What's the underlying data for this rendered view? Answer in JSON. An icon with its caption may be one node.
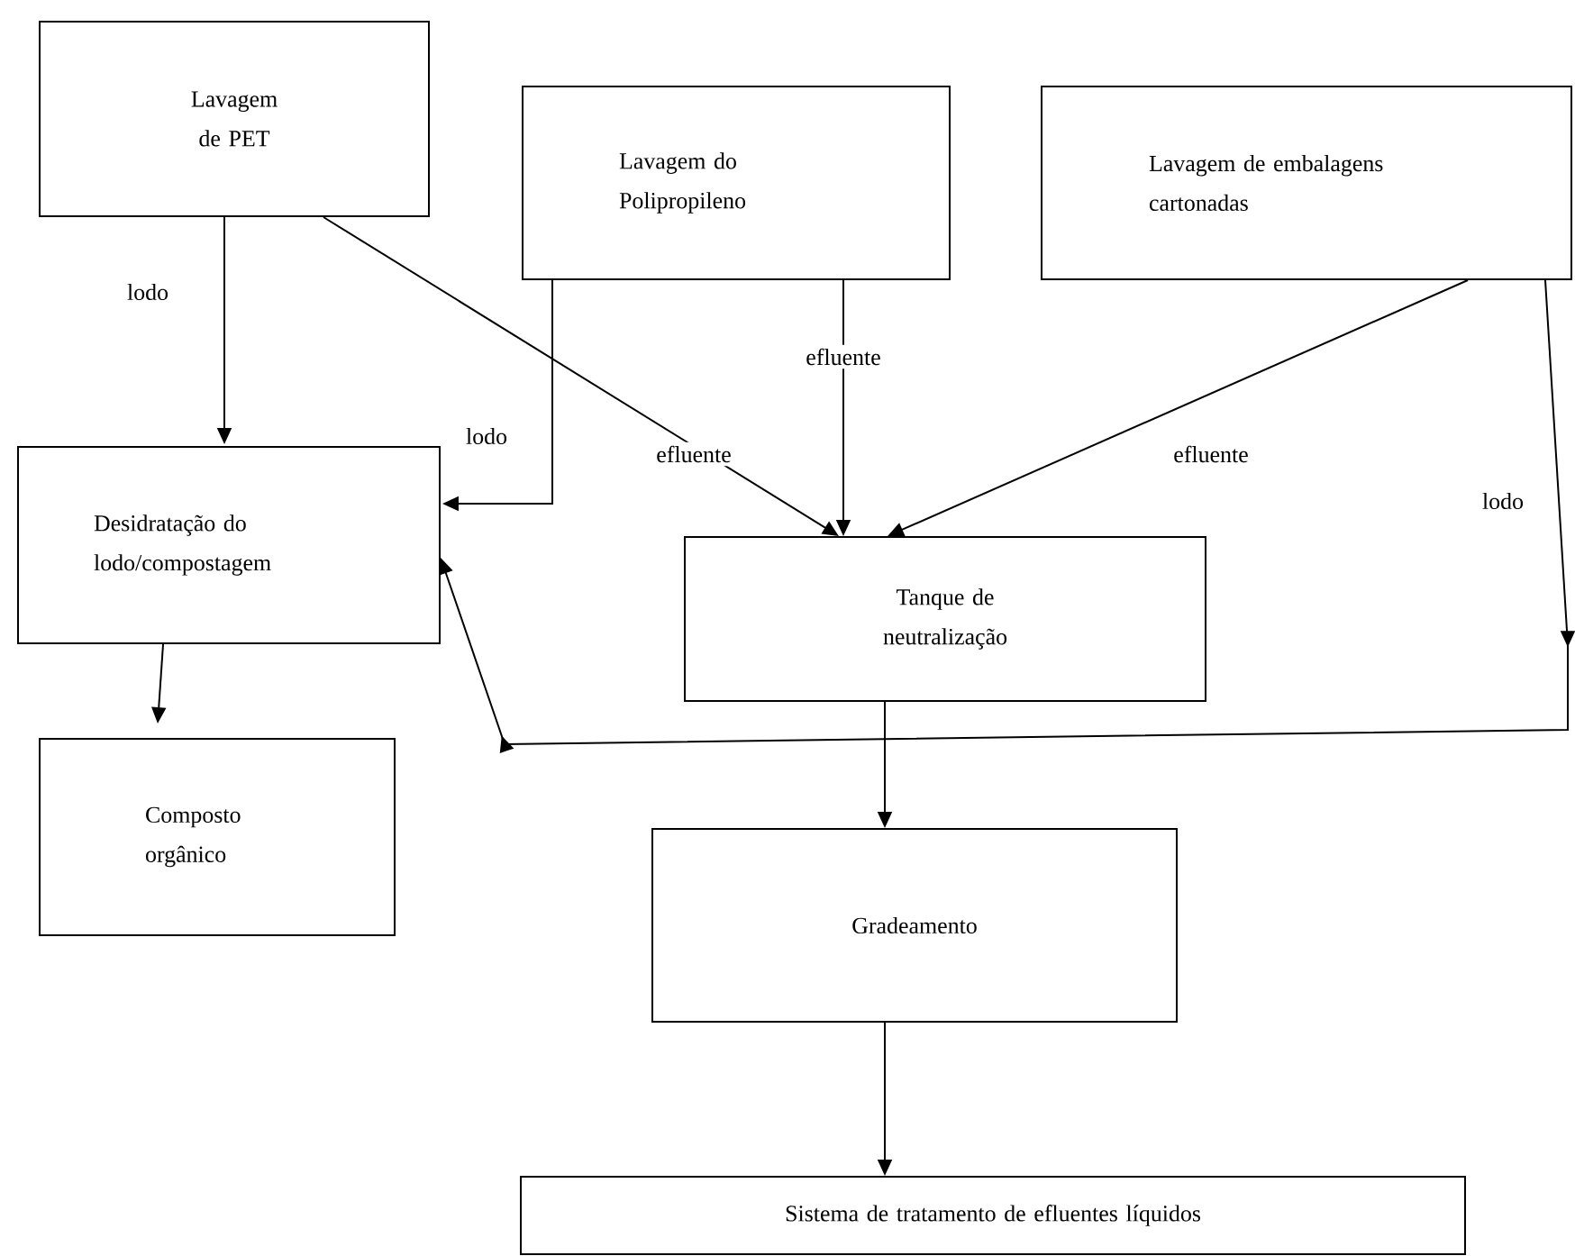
{
  "diagram": {
    "nodes": [
      {
        "text": [
          "Lavagem de PET"
        ]
      },
      {
        "text": [
          "Lavagem do Polipropileno"
        ]
      },
      {
        "text": [
          "Lavagem de embalagens cartonadas"
        ]
      },
      {
        "text": [
          "Desidratação do lodo/compostagem"
        ]
      },
      {
        "text": [
          "Tanque de neutralização"
        ]
      },
      {
        "text": [
          "Composto orgânico"
        ]
      },
      {
        "text": [
          "Gradeamento"
        ]
      },
      {
        "text": [
          "Sistema de tratamento de efluentes líquidos"
        ]
      }
    ],
    "edges": [
      {
        "from": 0,
        "to": 3,
        "arrow": "to",
        "label": "lodo"
      },
      {
        "from": 1,
        "to": 3,
        "arrow": "to",
        "label": "lodo"
      },
      {
        "from": 0,
        "to": 4,
        "arrow": "to",
        "label": "efluente"
      },
      {
        "from": 1,
        "to": 4,
        "arrow": "to",
        "label": "efluente"
      },
      {
        "from": 2,
        "to": 4,
        "arrow": "to",
        "label": "efluente"
      },
      {
        "from": 2,
        "to": 3,
        "arrow": "to",
        "label": "lodo"
      },
      {
        "from": 3,
        "to": 5,
        "arrow": "to"
      },
      {
        "from": 4,
        "to": 6,
        "arrow": "to"
      },
      {
        "from": 6,
        "to": 7,
        "arrow": "to"
      }
    ]
  }
}
